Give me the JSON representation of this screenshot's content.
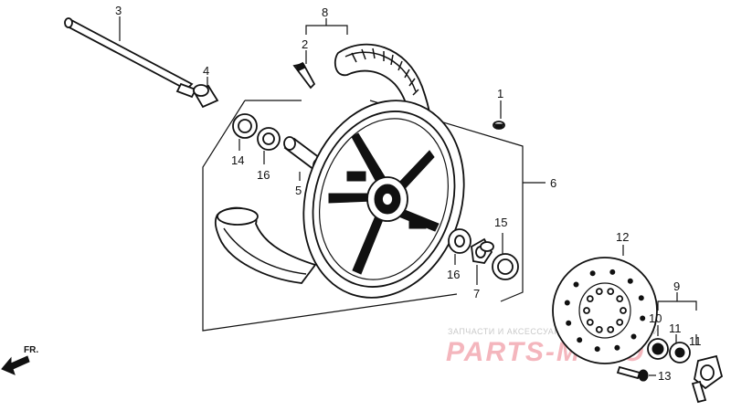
{
  "callouts": {
    "c1": "1",
    "c2": "2",
    "c3": "3",
    "c4": "4",
    "c5": "5",
    "c6": "6",
    "c7": "7",
    "c8": "8",
    "c9": "9",
    "c10": "10",
    "c11a": "11",
    "c11b": "11",
    "c12": "12",
    "c13": "13",
    "c14": "14",
    "c15": "15",
    "c16a": "16",
    "c16b": "16"
  },
  "direction_label": "FR.",
  "watermark": {
    "top_text": "ЗАПЧАСТИ И АКСЕССУАРЫ ДЛЯ МОТОТЕХНИКИ",
    "main_text": "PARTS-MOTO"
  },
  "colors": {
    "line": "#111111",
    "watermark_main": "#f4b6bd",
    "watermark_top": "#c9c9c9"
  }
}
